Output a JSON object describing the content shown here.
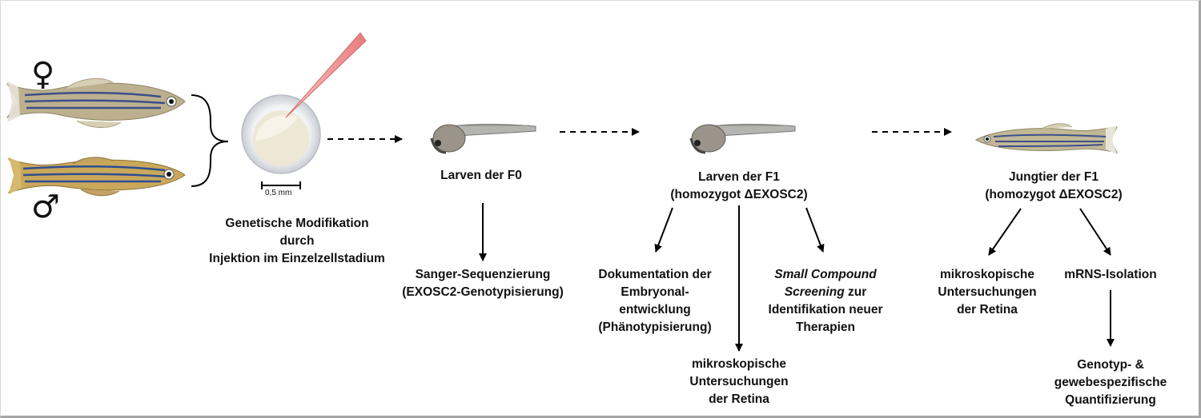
{
  "symbols": {
    "female": "♀",
    "male": "♂"
  },
  "scale_bar": "0,5 mm",
  "stages": {
    "injection": [
      "Genetische Modifikation",
      "durch",
      "Injektion im Einzelzellstadium"
    ],
    "f0": [
      "Larven der F0"
    ],
    "f1_larvae": [
      "Larven der F1",
      "(homozygot ΔEXOSC2)"
    ],
    "f1_juvenile": [
      "Jungtier der F1",
      "(homozygot ΔEXOSC2)"
    ]
  },
  "outcomes": {
    "sanger": [
      "Sanger-Sequenzierung",
      "(EXOSC2-Genotypisierung)"
    ],
    "embryo_doc": [
      "Dokumentation der",
      "Embryonal-",
      "entwicklung",
      "(Phänotypisierung)"
    ],
    "larva_microscopy": [
      "mikroskopische",
      "Untersuchungen",
      "der Retina"
    ],
    "screening": {
      "line1": "Small Compound",
      "line2_italic": "Screening",
      "line2_rest": " zur",
      "line3": "Identifikation neuer",
      "line4": "Therapien"
    },
    "juvenile_microscopy": [
      "mikroskopische",
      "Untersuchungen",
      "der Retina"
    ],
    "mrna": [
      "mRNS-Isolation"
    ],
    "quantification": [
      "Genotyp- &",
      "gewebespezifische",
      "Quantifizierung"
    ]
  },
  "colors": {
    "pipette": "#f4a3a3",
    "stripe": "#3c4f8a",
    "fish_body": "#b8ac88",
    "egg": "#f1f3f6"
  }
}
